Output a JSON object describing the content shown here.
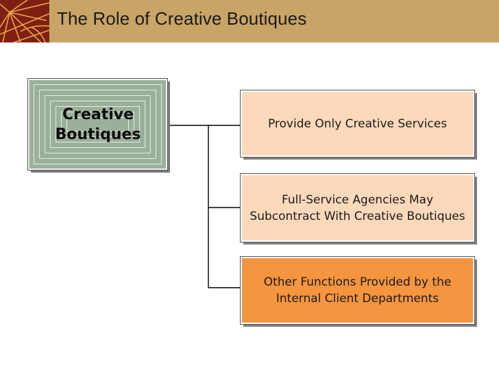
{
  "header": {
    "title": "The Role of Creative Boutiques",
    "logo_icon": "starburst-logo-icon"
  },
  "diagram": {
    "source": "Creative Boutiques",
    "nodes": [
      {
        "text": "Provide Only Creative Services"
      },
      {
        "text": "Full-Service Agencies May Subcontract With Creative Boutiques"
      },
      {
        "text": "Other Functions Provided by the Internal Client Departments"
      }
    ]
  },
  "colors": {
    "header_band": "#c8a466",
    "logo_background": "#7f1f12",
    "logo_lines": "#e8a94a",
    "source_fill": "#9bb09b",
    "node_light": "#fcd9ba",
    "node_dark": "#f5953f",
    "connector": "#000000"
  }
}
